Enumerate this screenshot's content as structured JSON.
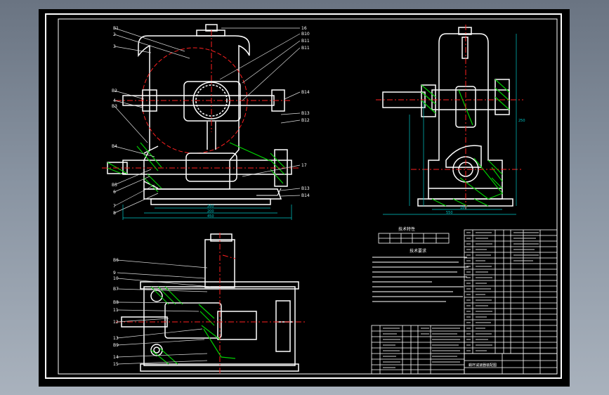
{
  "colors": {
    "background": "#000000",
    "frame": "#ffffff",
    "outline": "#ffffff",
    "hatch": "#00d000",
    "center_line": "#ff2020",
    "dimension": "#00c8c8",
    "leader": "#dcdcdc",
    "page_bg": "#8893a1"
  },
  "front_view": {
    "labels_left": [
      "B1",
      "2",
      "3",
      "B2",
      "4",
      "B3",
      "B4",
      "B5",
      "6",
      "7",
      "8"
    ],
    "labels_right": [
      "16",
      "B10",
      "B11",
      "B11",
      "B14",
      "B13",
      "B12",
      "17",
      "B13",
      "B14"
    ],
    "dims": [
      "260",
      "200",
      "450"
    ]
  },
  "side_view": {
    "dims": [
      "180",
      "250",
      "550"
    ]
  },
  "top_view": {
    "labels_left": [
      "B6",
      "9",
      "10",
      "B7",
      "B8",
      "11",
      "12",
      "13",
      "B9",
      "14",
      "15"
    ]
  },
  "spec_table": {
    "title": "技术特性"
  },
  "notes": {
    "title": "技术要求"
  },
  "title_block": {
    "name_cell": "蜗杆减速器装配图"
  }
}
